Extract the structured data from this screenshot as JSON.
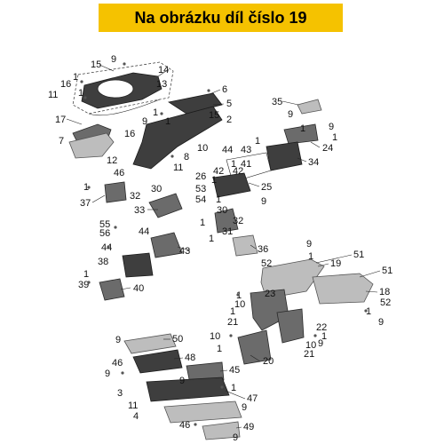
{
  "header": {
    "title": "Na obrázku díl číslo 19",
    "banner_color": "#f5c200"
  },
  "labels": [
    "15",
    "9",
    "14",
    "16",
    "1",
    "13",
    "11",
    "1",
    "17",
    "9",
    "6",
    "5",
    "1",
    "15",
    "2",
    "7",
    "1",
    "16",
    "10",
    "35",
    "9",
    "1",
    "9",
    "1",
    "24",
    "1",
    "12",
    "8",
    "43",
    "41",
    "44",
    "11",
    "1",
    "42",
    "34",
    "46",
    "30",
    "53",
    "26",
    "1",
    "42",
    "1",
    "25",
    "37",
    "32",
    "54",
    "1",
    "9",
    "33",
    "30",
    "55",
    "56",
    "32",
    "31",
    "44",
    "1",
    "1",
    "36",
    "43",
    "9",
    "44",
    "51",
    "38",
    "52",
    "19",
    "51",
    "1",
    "1",
    "39",
    "40",
    "1",
    "23",
    "10",
    "18",
    "1",
    "1",
    "52",
    "21",
    "9",
    "10",
    "22",
    "9",
    "50",
    "1",
    "9",
    "46",
    "9",
    "48",
    "1",
    "10",
    "21",
    "45",
    "20",
    "3",
    "9",
    "1",
    "47",
    "11",
    "4",
    "9",
    "46",
    "49",
    "9"
  ],
  "highlighted_part": "19"
}
